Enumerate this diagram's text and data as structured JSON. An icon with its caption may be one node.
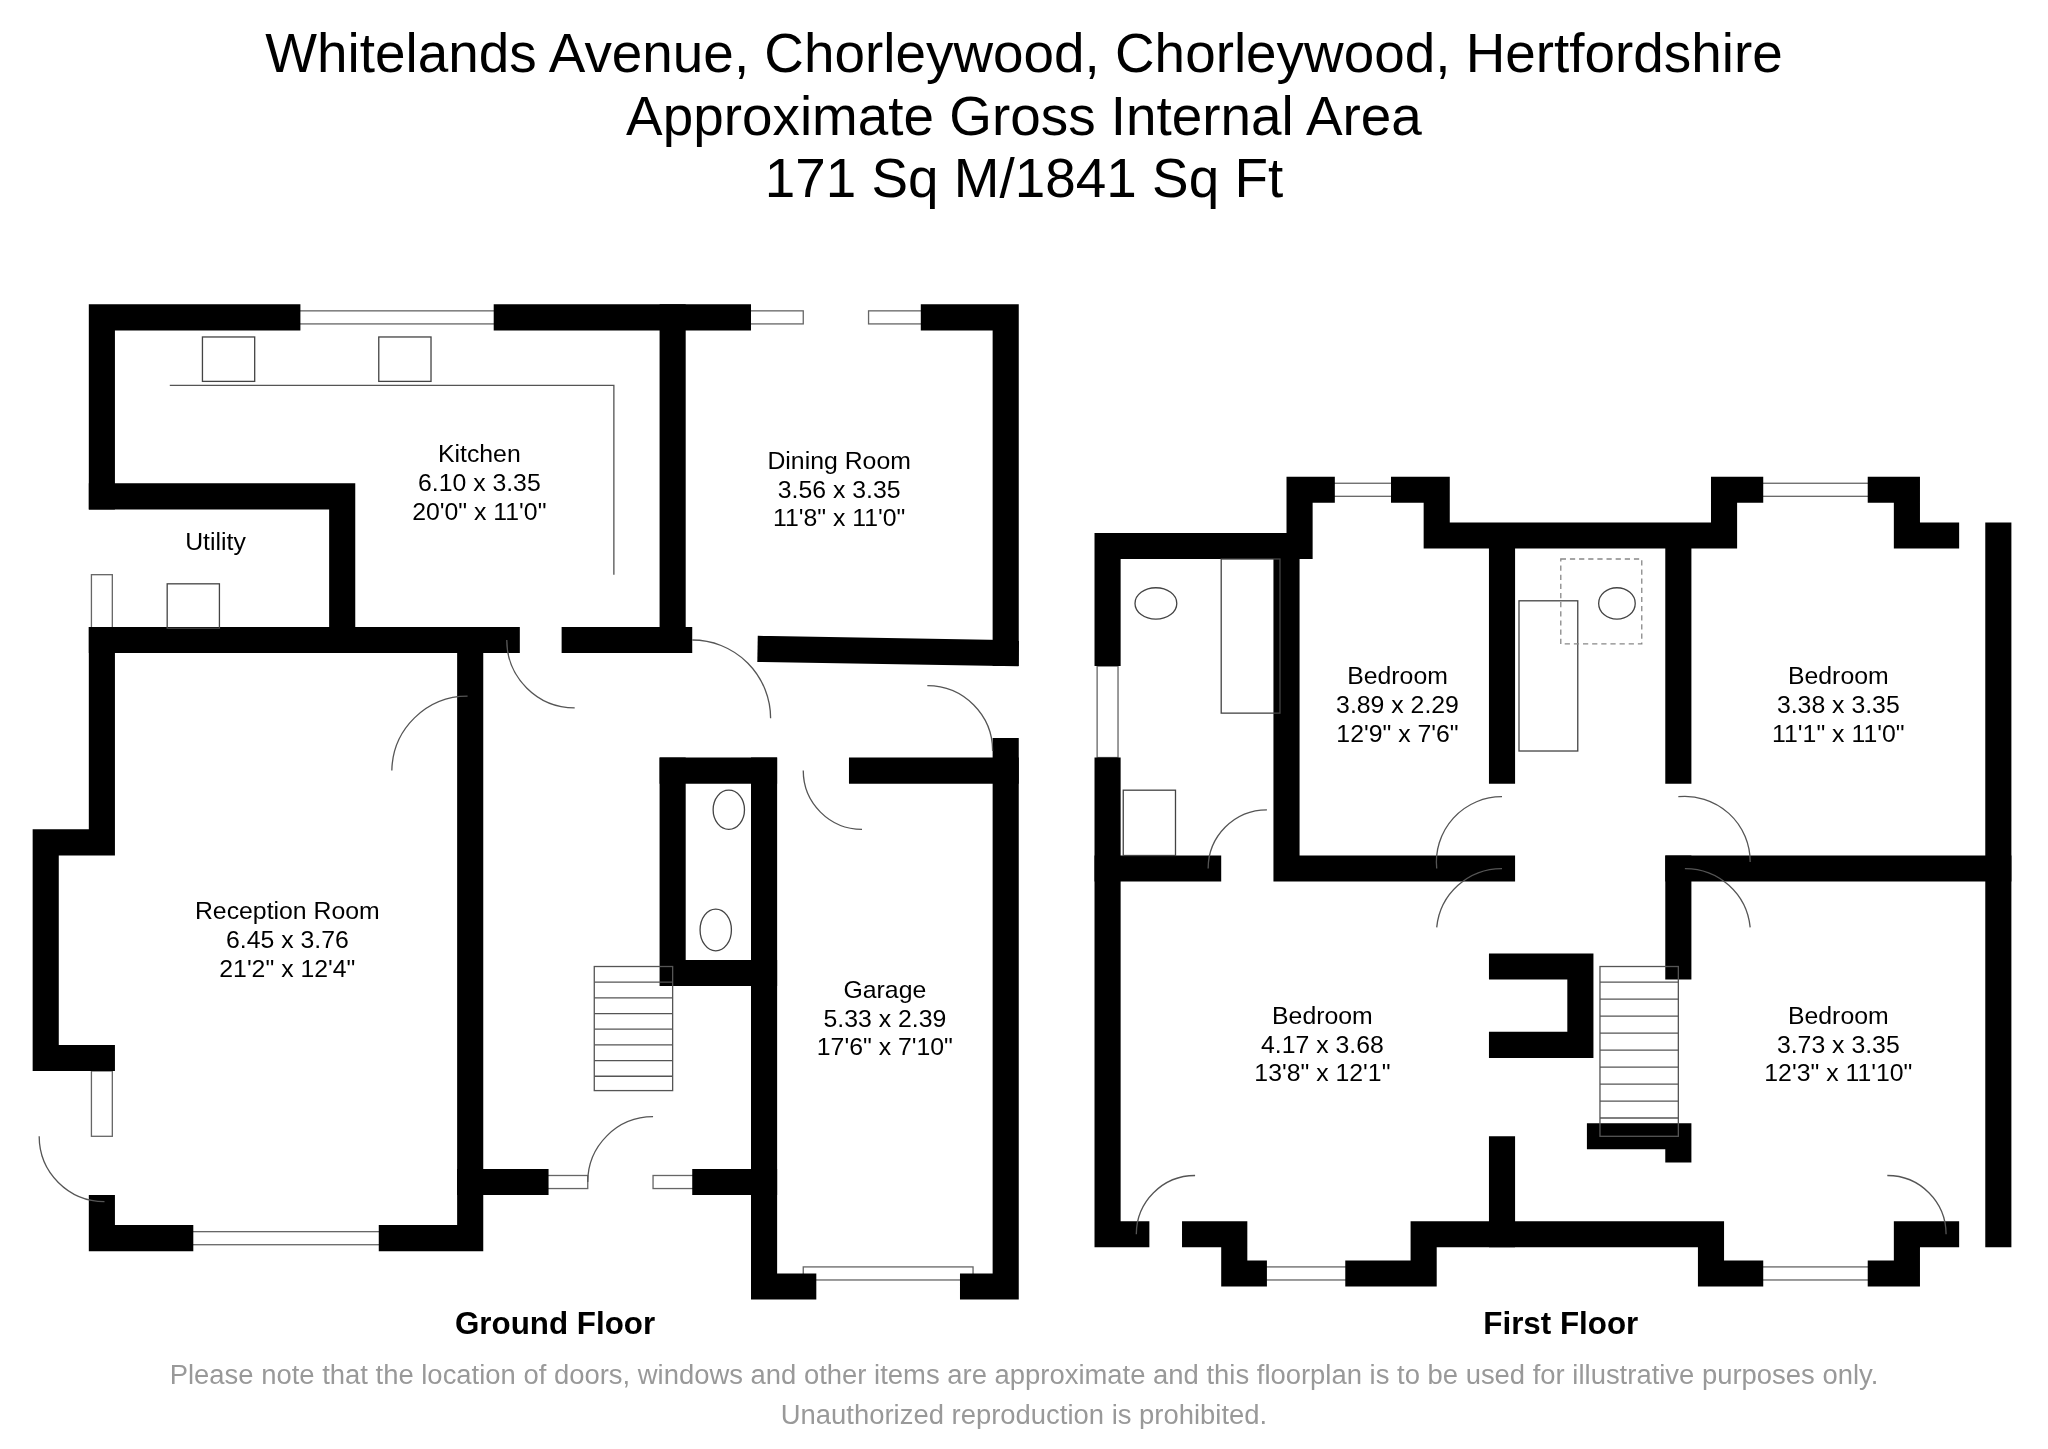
{
  "diagram": {
    "title": "Whitelands Avenue, Chorleywood, Chorleywood, Hertfordshire",
    "nodes": [
      {
        "text": [
          "Kitchen",
          "6.10 x 3.35",
          "20'0\" x 11'0\""
        ]
      },
      {
        "text": [
          "Utility"
        ]
      },
      {
        "text": [
          "Dining Room",
          "3.56 x 3.35",
          "11'8\" x 11'0\""
        ]
      },
      {
        "text": [
          "Reception Room",
          "6.45 x 3.76",
          "21'2\" x 12'4\""
        ]
      },
      {
        "text": [
          "Garage",
          "5.33 x 2.39",
          "17'6\" x 7'10\""
        ]
      },
      {
        "text": [
          "Bedroom",
          "3.89 x 2.29",
          "12'9\" x 7'6\""
        ]
      },
      {
        "text": [
          "Bedroom",
          "3.38 x 3.35",
          "11'1\" x 11'0\""
        ]
      },
      {
        "text": [
          "Bedroom",
          "4.17 x 3.68",
          "13'8\" x 12'1\""
        ]
      },
      {
        "text": [
          "Bedroom",
          "3.73 x 3.35",
          "12'3\" x 11'10\""
        ]
      }
    ],
    "labels": [
      "Approximate Gross Internal Area",
      "171 Sq M/1841 Sq Ft",
      "Ground Floor",
      "First Floor"
    ],
    "caption": "Please note that the location of doors, windows and other items are approximate and this floorplan is to be used for illustrative purposes only. Unauthorized reproduction is prohibited."
  }
}
